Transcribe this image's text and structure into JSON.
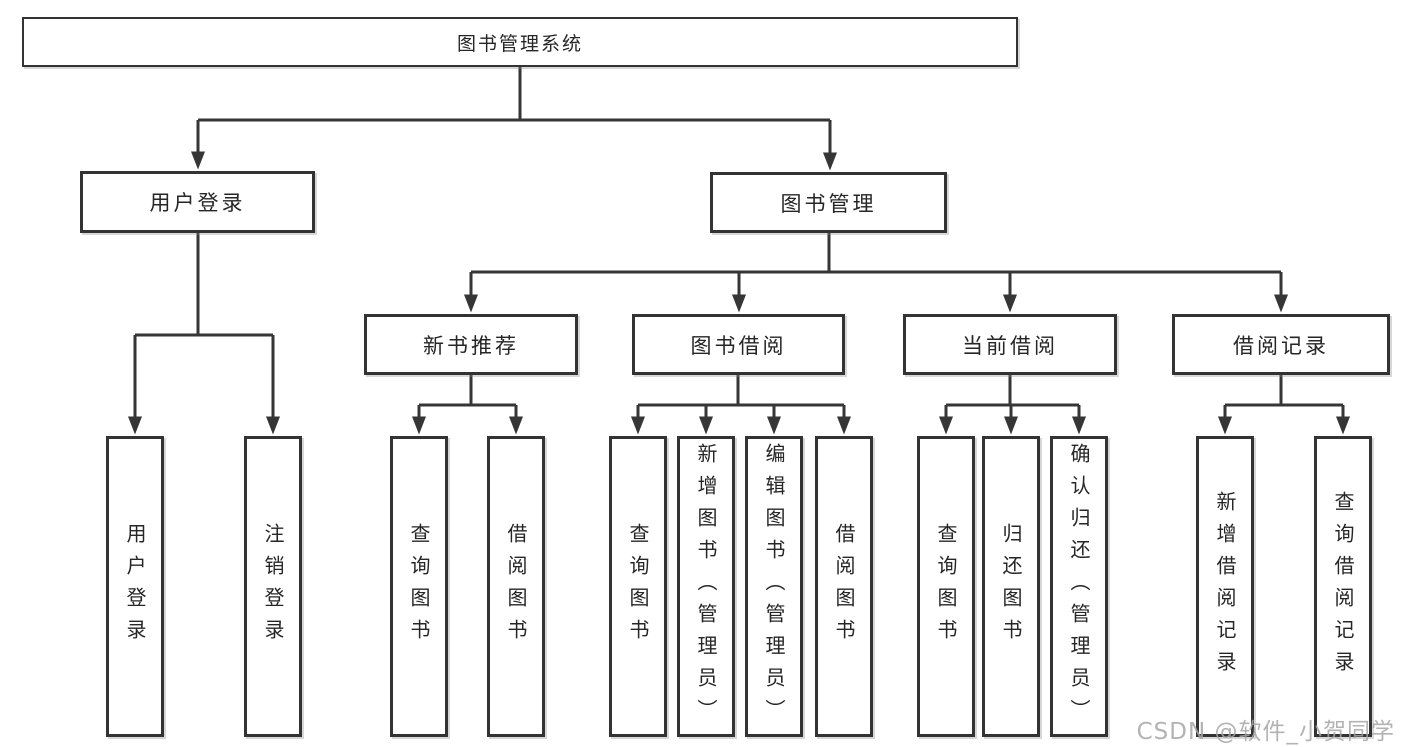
{
  "diagram": {
    "type": "hierarchy-tree",
    "colors": {
      "line": "#363636",
      "box_border": "#333333",
      "box_fill": "#ffffff",
      "text": "#262626",
      "watermark": "#a6a6a6",
      "background": "#ffffff"
    },
    "root": {
      "label": "图书管理系统"
    },
    "level2": [
      {
        "label": "用户登录"
      },
      {
        "label": "图书管理"
      }
    ],
    "level3": [
      {
        "label": "新书推荐",
        "parent": "图书管理"
      },
      {
        "label": "图书借阅",
        "parent": "图书管理"
      },
      {
        "label": "当前借阅",
        "parent": "图书管理"
      },
      {
        "label": "借阅记录",
        "parent": "图书管理"
      }
    ],
    "leaves": [
      {
        "label": "用户登录",
        "parent": "用户登录"
      },
      {
        "label": "注销登录",
        "parent": "用户登录"
      },
      {
        "label": "查询图书",
        "parent": "新书推荐"
      },
      {
        "label": "借阅图书",
        "parent": "新书推荐"
      },
      {
        "label": "查询图书",
        "parent": "图书借阅"
      },
      {
        "label": "新增图书（管理员）",
        "parent": "图书借阅"
      },
      {
        "label": "编辑图书（管理员）",
        "parent": "图书借阅"
      },
      {
        "label": "借阅图书",
        "parent": "图书借阅"
      },
      {
        "label": "查询图书",
        "parent": "当前借阅"
      },
      {
        "label": "归还图书",
        "parent": "当前借阅"
      },
      {
        "label": "确认归还（管理员）",
        "parent": "当前借阅"
      },
      {
        "label": "新增借阅记录",
        "parent": "借阅记录"
      },
      {
        "label": "查询借阅记录",
        "parent": "借阅记录"
      }
    ]
  },
  "watermark": {
    "text": "CSDN @软件_小贺同学"
  }
}
